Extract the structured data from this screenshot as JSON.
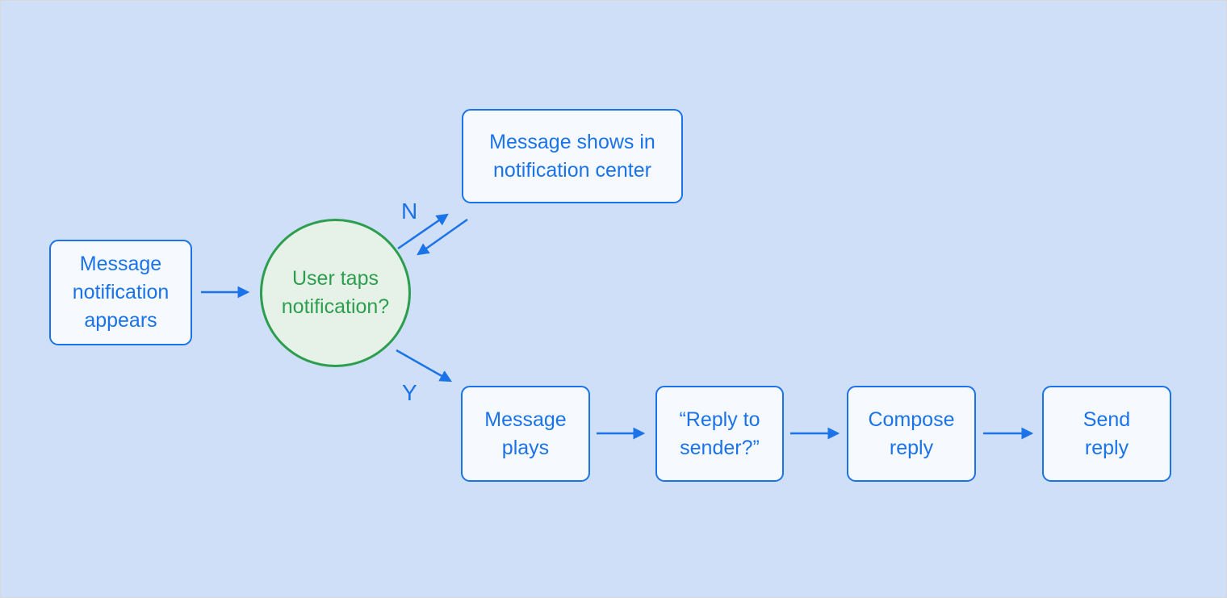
{
  "diagram": {
    "type": "flowchart",
    "colors": {
      "background": "#cfdff7",
      "node_fill": "#f6f9fd",
      "node_stroke": "#1a73e8",
      "node_text": "#1a73e8",
      "decision_fill": "#e6f2e7",
      "decision_stroke": "#2d9e4f",
      "decision_text": "#2d9e4f",
      "arrow": "#1a73e8"
    },
    "nodes": {
      "start": {
        "label": "Message\nnotification\nappears",
        "shape": "rounded-rect"
      },
      "notification_center": {
        "label": "Message shows in\nnotification center",
        "shape": "rounded-rect"
      },
      "decision": {
        "label": "User taps\nnotification?",
        "shape": "circle"
      },
      "message_plays": {
        "label": "Message\nplays",
        "shape": "rounded-rect"
      },
      "reply_to_sender": {
        "label": "“Reply to\nsender?”",
        "shape": "rounded-rect"
      },
      "compose_reply": {
        "label": "Compose\nreply",
        "shape": "rounded-rect"
      },
      "send_reply": {
        "label": "Send\nreply",
        "shape": "rounded-rect"
      }
    },
    "edge_labels": {
      "no": "N",
      "yes": "Y"
    },
    "edges": [
      "start -> decision",
      "decision -> notification_center (N)",
      "notification_center -> decision",
      "decision -> message_plays (Y)",
      "message_plays -> reply_to_sender",
      "reply_to_sender -> compose_reply",
      "compose_reply -> send_reply"
    ]
  }
}
